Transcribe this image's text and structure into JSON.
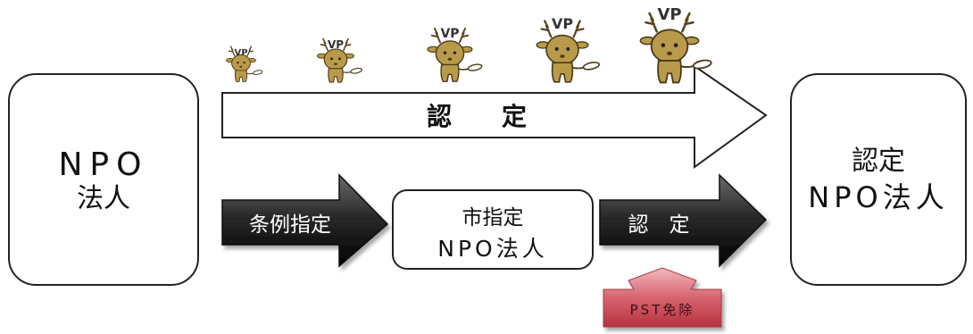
{
  "boxes": {
    "left": {
      "line1": "NPO",
      "line2": "法人"
    },
    "middle": {
      "line1": "市指定",
      "line2": "NPO法人"
    },
    "right": {
      "line1": "認定",
      "line2": "NPO法人"
    }
  },
  "arrows": {
    "top": {
      "label": "認　　定"
    },
    "lower_left": {
      "label": "条例指定"
    },
    "lower_right": {
      "label": "認　定"
    },
    "exemption": {
      "label": "PST免除"
    }
  },
  "mascot": {
    "text": "VP"
  },
  "colors": {
    "box_stroke": "#222222",
    "dark_arrow": "#1a1a1a",
    "exemption_fill": "#c9454f",
    "mascot_body": "#b99a4a"
  }
}
